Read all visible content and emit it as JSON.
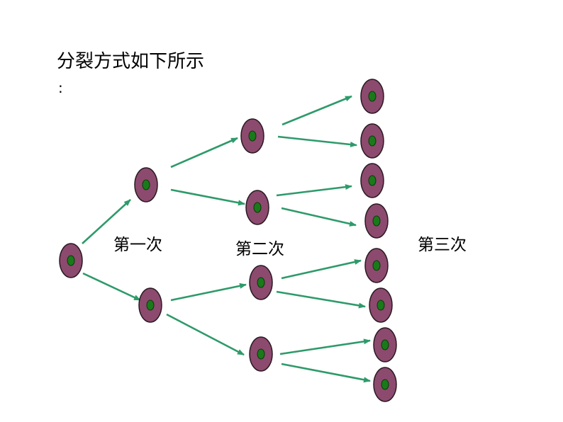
{
  "title": "分裂方式如下所示",
  "title_suffix": ":",
  "stages": [
    {
      "label": "第一次"
    },
    {
      "label": "第二次"
    },
    {
      "label": "第三次"
    }
  ],
  "colors": {
    "cell_fill": "#8c4a6e",
    "cell_stroke": "#2a1a22",
    "nucleus_fill": "#1a7a1a",
    "arrow": "#2e9a6a"
  }
}
